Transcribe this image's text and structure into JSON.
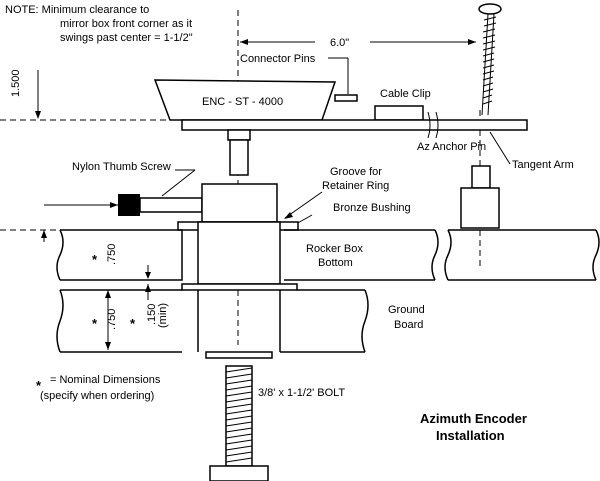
{
  "labels": {
    "note_line1": "NOTE: Minimum clearance to",
    "note_line2": "mirror box front corner as it",
    "note_line3": "swings past center = 1-1/2\"",
    "connector_pins": "Connector Pins",
    "dim_6": "6.0\"",
    "dim_1500": "1.500",
    "encoder_label": "ENC - ST - 4000",
    "cable_clip": "Cable Clip",
    "az_anchor_pin": "Az Anchor Pin",
    "tangent_arm": "Tangent Arm",
    "nylon_thumb_screw": "Nylon Thumb Screw",
    "groove_line1": "Groove for",
    "groove_line2": "Retainer Ring",
    "bronze_bushing": "Bronze Bushing",
    "rocker_box_line1": "Rocker Box",
    "rocker_box_line2": "Bottom",
    "ground_line1": "Ground",
    "ground_line2": "Board",
    "dim_750_top": ".750",
    "dim_750_bottom": ".750",
    "dim_150": ".150",
    "dim_150_min": "(min)",
    "star": "*",
    "nominal_line1": "= Nominal Dimensions",
    "nominal_line2": "(specify when ordering)",
    "bolt": "3/8' x 1-1/2' BOLT",
    "title_line1": "Azimuth Encoder",
    "title_line2": "Installation"
  }
}
